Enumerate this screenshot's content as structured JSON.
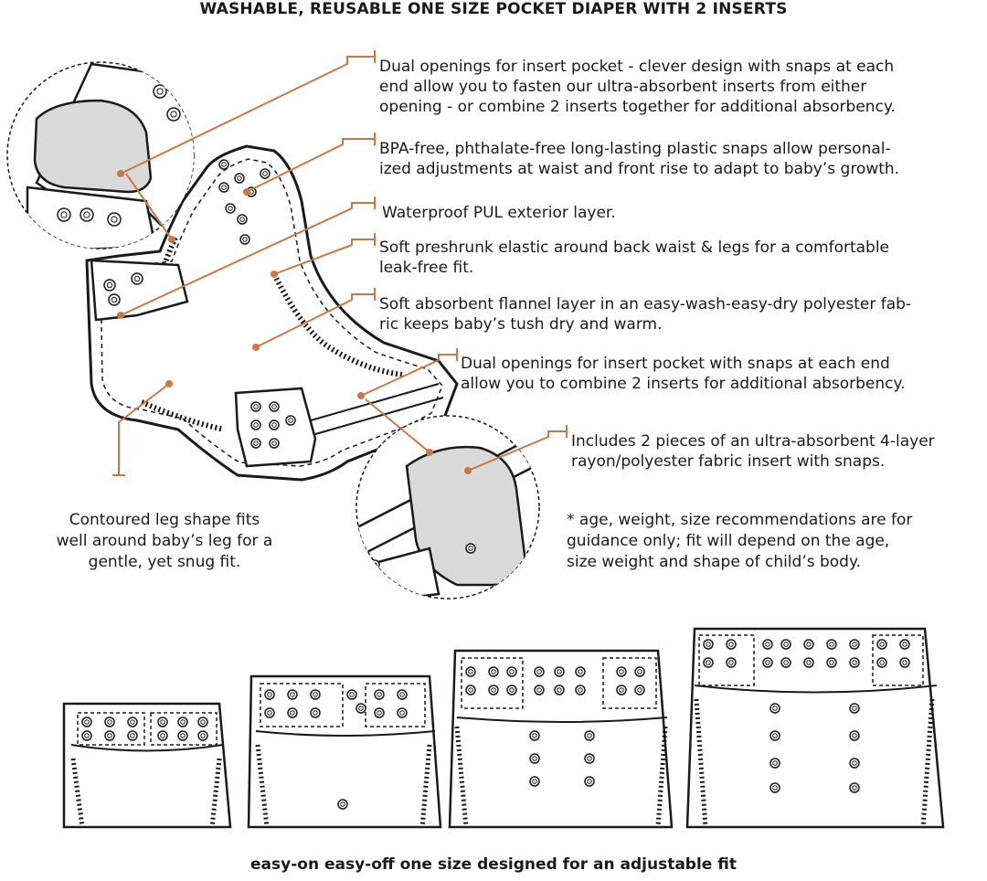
{
  "title": "WASHABLE, REUSABLE ONE SIZE POCKET DIAPER WITH 2 INSERTS",
  "callouts": [
    "Dual openings for insert pocket - clever design with snaps at each\nend allow you to fasten our ultra-absorbent inserts from either\nopening - or combine 2 inserts together for additional absorbency.",
    "BPA-free, phthalate-free long-lasting plastic snaps allow personal-\nized adjustments at waist and front rise to adapt to baby’s growth.",
    "Waterproof PUL exterior layer.",
    "Soft preshrunk elastic around back waist & legs for a comfortable\nleak-free fit.",
    "Soft absorbent flannel layer in an easy-wash-easy-dry polyester fab-\nric keeps baby’s tush dry and warm.",
    "Dual openings for insert pocket with snaps at each end\nallow you to combine 2 inserts for additional absorbency.",
    "Includes 2 pieces of an ultra-absorbent 4-layer\nrayon/polyester fabric insert with snaps."
  ],
  "leg_callout": "Contoured leg shape fits\nwell around baby’s leg for a\ngentle, yet snug fit.",
  "note": "* age, weight, size recommendations are for\nguidance only; fit will depend on the age,\nsize weight and shape of child’s body.",
  "footer": "easy-on easy-off one size designed for an adjustable fit",
  "colors": {
    "leader": "#c8784a",
    "outline": "#1a1a1a",
    "insert_fill": "#d9d9d9",
    "background": "#ffffff"
  }
}
